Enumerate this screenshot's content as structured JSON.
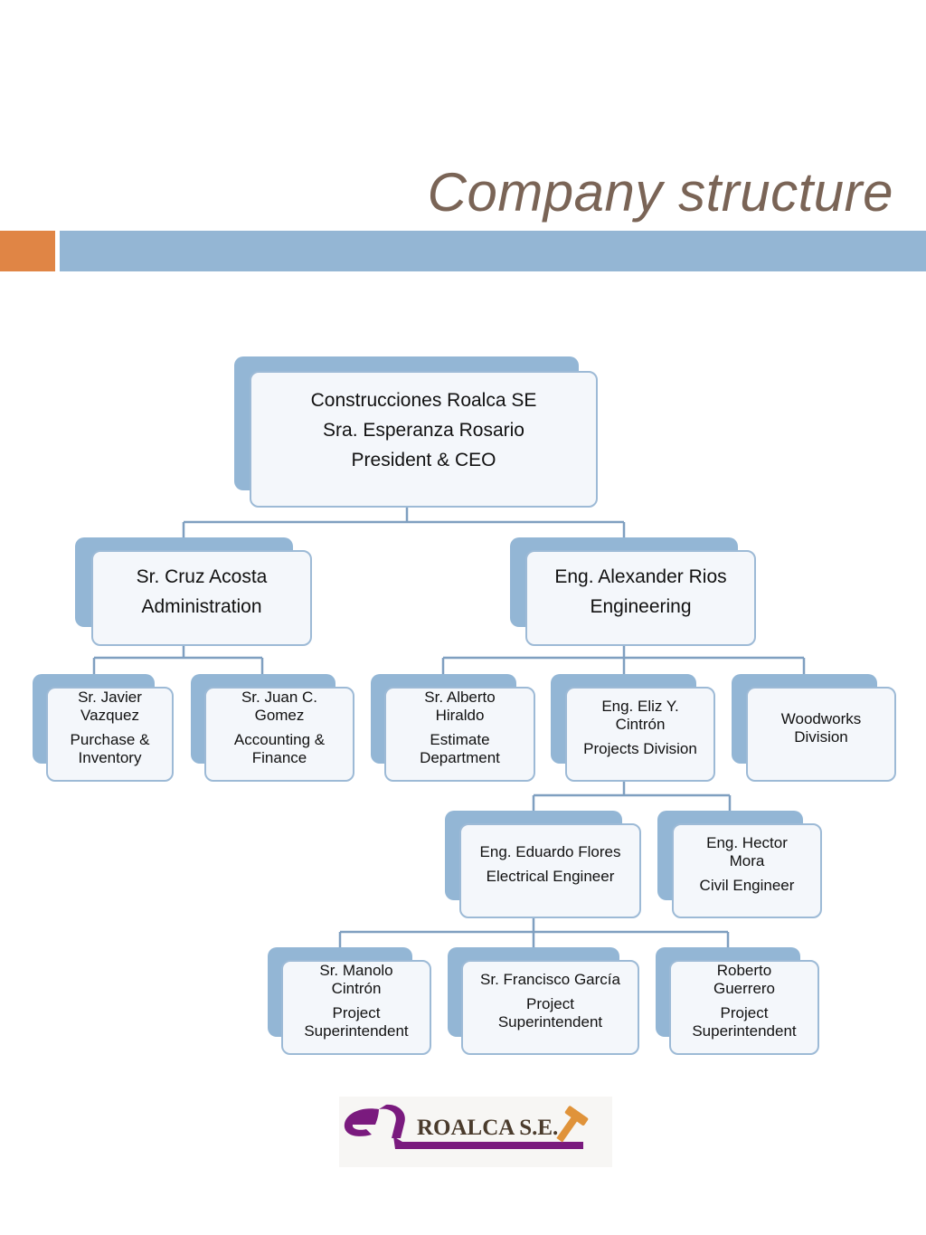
{
  "slide": {
    "title": "Company structure"
  },
  "org": {
    "ceo": {
      "lines": [
        "Construcciones Roalca SE",
        "Sra. Esperanza Rosario",
        "President & CEO"
      ]
    },
    "admin": {
      "lines": [
        "Sr. Cruz Acosta",
        "Administration"
      ]
    },
    "engineering": {
      "lines": [
        "Eng. Alexander Rios",
        "Engineering"
      ]
    },
    "purchase": {
      "name": [
        "Sr. Javier",
        "Vazquez"
      ],
      "role": [
        "Purchase &",
        "Inventory"
      ]
    },
    "accounting": {
      "name": [
        "Sr. Juan C.",
        "Gomez"
      ],
      "role": [
        "Accounting &",
        "Finance"
      ]
    },
    "estimate": {
      "name": [
        "Sr. Alberto",
        "Hiraldo"
      ],
      "role": [
        "Estimate",
        "Department"
      ]
    },
    "projects": {
      "name": [
        "Eng. Eliz Y.",
        "Cintrón"
      ],
      "role": [
        "Projects Division"
      ]
    },
    "woodworks": {
      "name": [
        "Woodworks",
        "Division"
      ]
    },
    "electrical": {
      "name": [
        "Eng. Eduardo Flores"
      ],
      "role": [
        "Electrical Engineer"
      ]
    },
    "civil": {
      "name": [
        "Eng. Hector",
        "Mora"
      ],
      "role": [
        "Civil Engineer"
      ]
    },
    "super1": {
      "name": [
        "Sr. Manolo",
        "Cintrón"
      ],
      "role": [
        "Project",
        "Superintendent"
      ]
    },
    "super2": {
      "name": [
        "Sr. Francisco García"
      ],
      "role": [
        "Project",
        "Superintendent"
      ]
    },
    "super3": {
      "name": [
        "Roberto",
        "Guerrero"
      ],
      "role": [
        "Project",
        "Superintendent"
      ]
    }
  },
  "logo": {
    "text": "ROALCA S.E.",
    "colors": {
      "purple": "#7a1a7e",
      "text": "#4a3b2c",
      "hammer": "#e0933a"
    }
  },
  "colors": {
    "title": "#7a6456",
    "accent_orange": "#e08545",
    "accent_blue": "#94b6d4",
    "box_border": "#9dbad6",
    "box_fill": "#f4f7fb",
    "connector": "#7f9fc0"
  }
}
